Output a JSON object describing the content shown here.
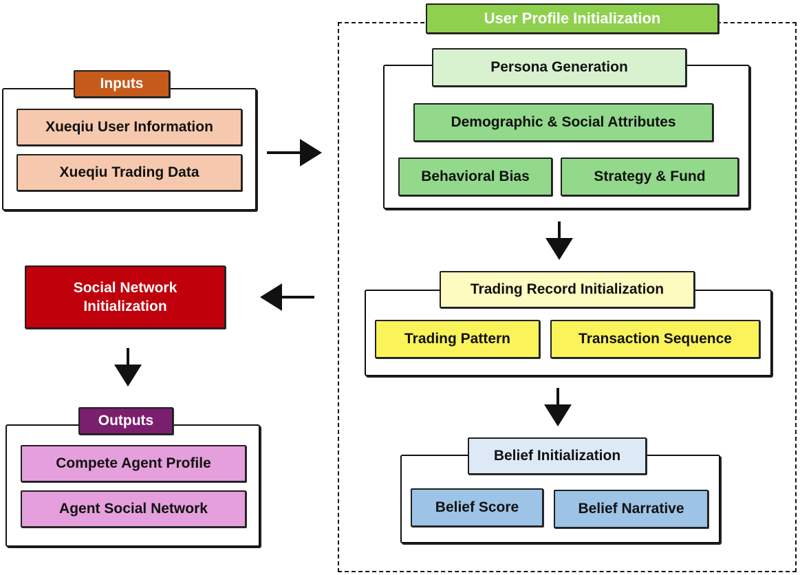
{
  "inputs": {
    "title": "Inputs",
    "items": [
      "Xueqiu User Information",
      "Xueqiu Trading Data"
    ]
  },
  "social_network": {
    "label": "Social Network Initialization"
  },
  "outputs": {
    "title": "Outputs",
    "items": [
      "Compete Agent Profile",
      "Agent Social Network"
    ]
  },
  "user_profile": {
    "title": "User Profile Initialization",
    "persona": {
      "title": "Persona Generation",
      "demographic": "Demographic & Social Attributes",
      "behavioral": "Behavioral Bias",
      "strategy": "Strategy & Fund"
    },
    "trading": {
      "title": "Trading Record Initialization",
      "pattern": "Trading Pattern",
      "sequence": "Transaction Sequence"
    },
    "belief": {
      "title": "Belief Initialization",
      "score": "Belief Score",
      "narrative": "Belief Narrative"
    }
  },
  "colors": {
    "inputs_tab": "#c55a1a",
    "inputs_item": "#f6c9ae",
    "social": "#c0000b",
    "outputs_tab": "#7a1f6e",
    "outputs_item": "#e59fdc",
    "profile_tab": "#8fd14f",
    "persona_tab": "#d8f2d0",
    "persona_item": "#93d98c",
    "trading_tab": "#fdfbc0",
    "trading_item": "#fbf35a",
    "belief_tab": "#dde9f6",
    "belief_item": "#9dc3e6"
  }
}
